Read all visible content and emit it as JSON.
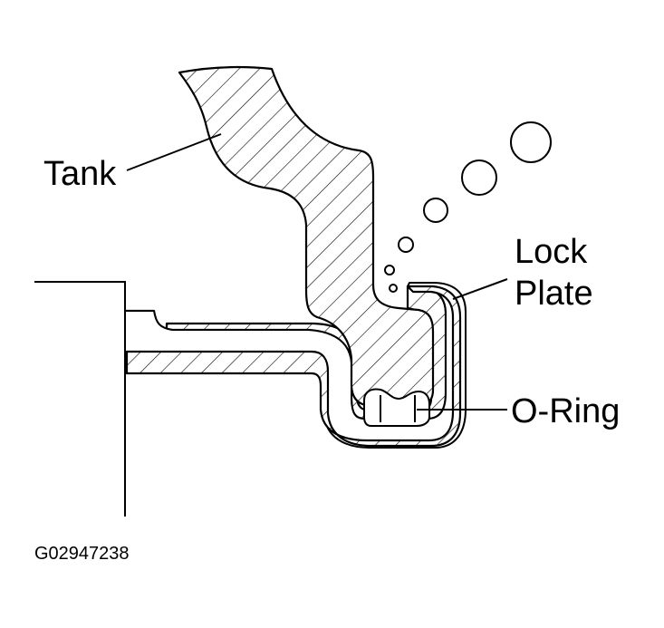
{
  "labels": {
    "tank": "Tank",
    "lock_plate_line1": "Lock",
    "lock_plate_line2": "Plate",
    "o_ring": "O-Ring",
    "figure_code": "G02947238"
  },
  "colors": {
    "ink": "#000000",
    "background": "#ffffff"
  }
}
